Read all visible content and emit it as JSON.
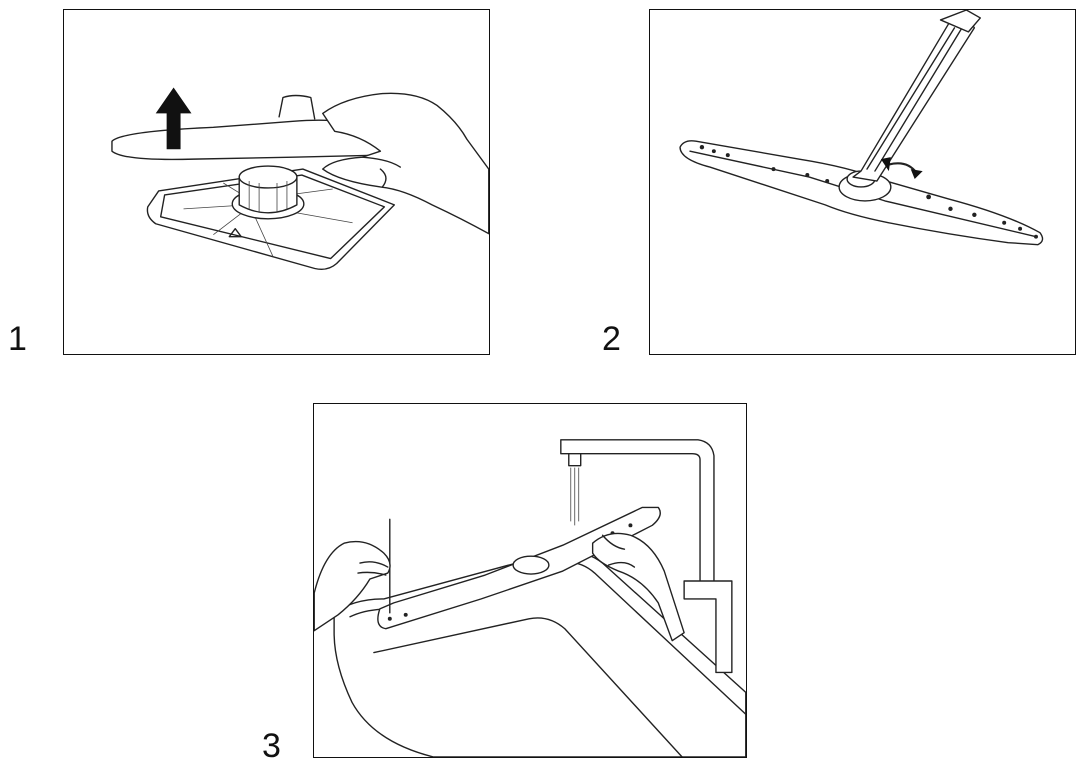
{
  "steps": [
    {
      "number": "1",
      "illustration": "remove-filter-lift"
    },
    {
      "number": "2",
      "illustration": "unscrew-spray-arm"
    },
    {
      "number": "3",
      "illustration": "rinse-spray-arm-under-tap"
    }
  ],
  "colors": {
    "line": "#222222",
    "background": "#ffffff",
    "arrow": "#111111"
  }
}
